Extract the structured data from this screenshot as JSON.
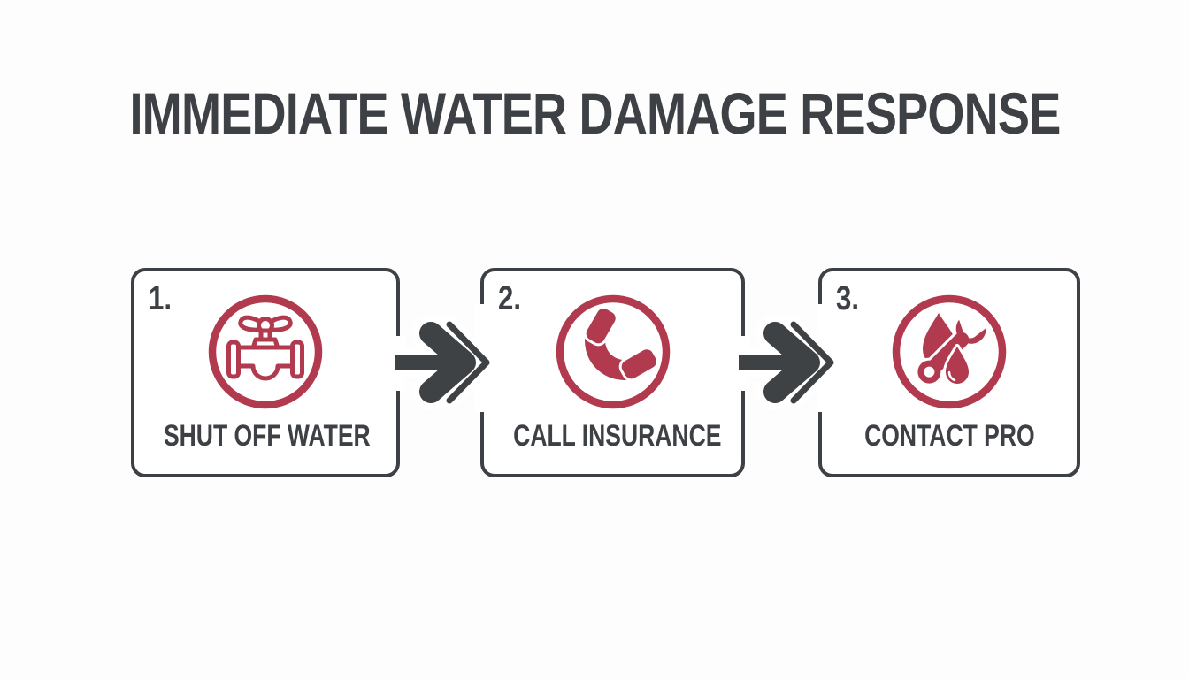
{
  "title": "IMMEDIATE WATER DAMAGE RESPONSE",
  "steps": [
    {
      "number": "1.",
      "label": "SHUT OFF WATER",
      "icon": "water-valve-icon"
    },
    {
      "number": "2.",
      "label": "CALL INSURANCE",
      "icon": "phone-handset-icon"
    },
    {
      "number": "3.",
      "label": "CONTACT PRO",
      "icon": "wrench-water-drop-icon"
    }
  ],
  "arrows": [
    {
      "icon": "double-chevron-arrow-icon"
    },
    {
      "icon": "double-chevron-arrow-icon"
    }
  ],
  "colors": {
    "ink": "#3d4044",
    "accent": "#b13a4f",
    "arrow": "#3f4245",
    "background": "#fdfdfd",
    "card_background": "#ffffff"
  }
}
